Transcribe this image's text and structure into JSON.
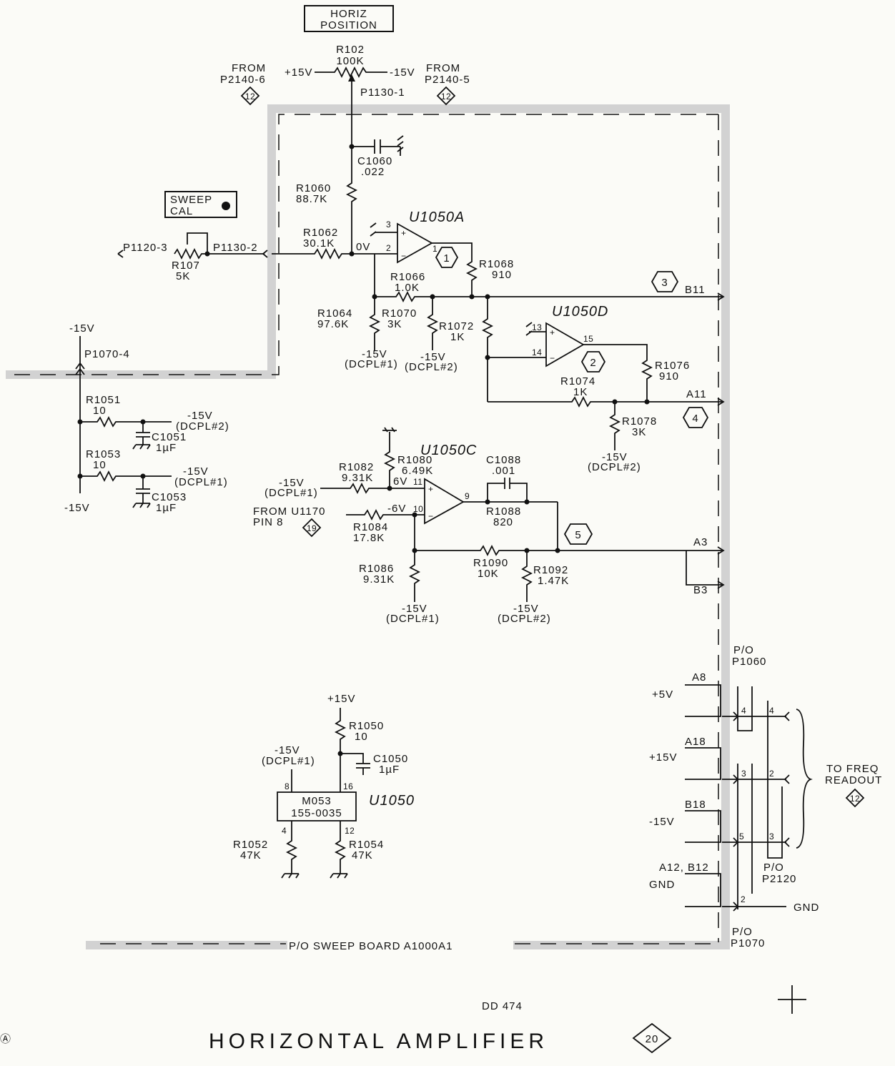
{
  "title": "HORIZONTAL AMPLIFIER",
  "title_ref": "20",
  "doc_code": "DD  474",
  "corner_mark": "Ⓐ",
  "board_label": "P/O SWEEP BOARD  A1000A1",
  "horiz_position": {
    "line1": "HORIZ",
    "line2": "POSITION"
  },
  "sweep_cal": {
    "line1": "SWEEP",
    "line2": "CAL"
  },
  "pot_r102": {
    "name": "R102",
    "value": "100K",
    "plus": "+15V",
    "minus": "-15V",
    "wiper": "P1130-1"
  },
  "from_left": {
    "line1": "FROM",
    "line2": "P2140-6",
    "ref": "12"
  },
  "from_right": {
    "line1": "FROM",
    "line2": "P2140-5",
    "ref": "12"
  },
  "c1060": {
    "name": "C1060",
    "value": ".022"
  },
  "r1060": {
    "name": "R1060",
    "value": "88.7K"
  },
  "r1062": {
    "name": "R1062",
    "value": "30.1K"
  },
  "ov": "0V",
  "u1050a": "U1050A",
  "u1050d": "U1050D",
  "u1050c": "U1050C",
  "u1050": "U1050",
  "r107": {
    "name": "R107",
    "value": "5K",
    "left": "P1120-3",
    "right": "P1130-2"
  },
  "r1068": {
    "name": "R1068",
    "value": "910"
  },
  "r1066": {
    "name": "R1066",
    "value": "1.0K"
  },
  "r1064": {
    "name": "R1064",
    "value": "97.6K"
  },
  "r1070": {
    "name": "R1070",
    "value": "3K"
  },
  "r1072": {
    "name": "R1072",
    "value": "1K"
  },
  "r1074": {
    "name": "R1074",
    "value": "1K"
  },
  "r1076": {
    "name": "R1076",
    "value": "910"
  },
  "r1078": {
    "name": "R1078",
    "value": "3K"
  },
  "r1080": {
    "name": "R1080",
    "value": "6.49K"
  },
  "r1082": {
    "name": "R1082",
    "value": "9.31K"
  },
  "r1084": {
    "name": "R1084",
    "value": "17.8K"
  },
  "r1086": {
    "name": "R1086",
    "value": "9.31K"
  },
  "r1088": {
    "name": "R1088",
    "value": "820"
  },
  "c1088": {
    "name": "C1088",
    "value": ".001"
  },
  "r1090": {
    "name": "R1090",
    "value": "10K"
  },
  "r1092": {
    "name": "R1092",
    "value": "1.47K"
  },
  "r1051": {
    "name": "R1051",
    "value": "10"
  },
  "r1053": {
    "name": "R1053",
    "value": "10"
  },
  "c1051": {
    "name": "C1051",
    "value": "1µF"
  },
  "c1053": {
    "name": "C1053",
    "value": "1µF"
  },
  "r1050": {
    "name": "R1050",
    "value": "10"
  },
  "c1050": {
    "name": "C1050",
    "value": "1µF"
  },
  "r1052": {
    "name": "R1052",
    "value": "47K"
  },
  "r1054": {
    "name": "R1054",
    "value": "47K"
  },
  "chip": {
    "line1": "M053",
    "line2": "155-0035",
    "pin8": "8",
    "pin16": "16",
    "pin4": "4",
    "pin12": "12"
  },
  "supplies": {
    "m15": "-15V",
    "p15": "+15V",
    "p5": "+5V",
    "gnd": "GND",
    "dcpl1": "(DCPL#1)",
    "dcpl2": "(DCPL#2)"
  },
  "p1070_4": "P1070-4",
  "nodes": {
    "n6v": "6V",
    "nm6v": "-6V"
  },
  "from_u1170": {
    "line1": "FROM U1170",
    "line2": "PIN 8",
    "ref": "19"
  },
  "outputs": {
    "b11": "B11",
    "a11": "A11",
    "a3": "A3",
    "b3": "B3",
    "a8": "A8",
    "a18": "A18",
    "b18": "B18",
    "a12b12": "A12, B12"
  },
  "hex_refs": [
    "1",
    "2",
    "3",
    "4",
    "5"
  ],
  "pins": {
    "u1050a_in_plus": "3",
    "u1050a_in_minus": "2",
    "u1050a_out": "1",
    "u1050d_in_plus": "13",
    "u1050d_in_minus": "14",
    "u1050d_out": "15",
    "u1050c_in_plus": "11",
    "u1050c_in_minus": "10",
    "u1050c_out": "9"
  },
  "connectors": {
    "p1060": {
      "line1": "P/O",
      "line2": "P1060"
    },
    "p2120": {
      "line1": "P/O",
      "line2": "P2120"
    },
    "p1070": {
      "line1": "P/O",
      "line2": "P1070"
    },
    "pin_numbers": [
      "4",
      "4",
      "3",
      "2",
      "5",
      "3",
      "2"
    ]
  },
  "freq_readout": {
    "line1": "TO FREQ",
    "line2": "READOUT",
    "ref": "12"
  }
}
